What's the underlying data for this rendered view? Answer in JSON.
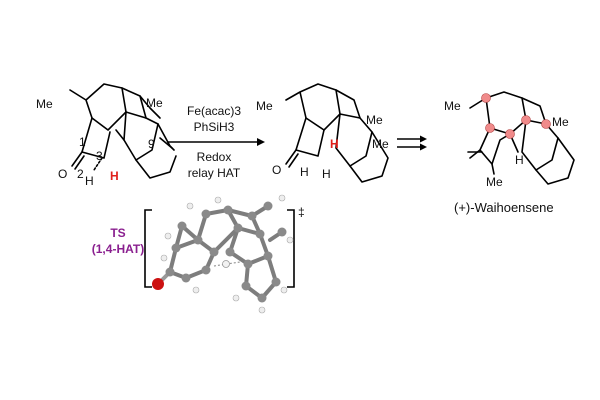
{
  "reagents": {
    "line1": "Fe(acac)3",
    "line2": "PhSiH3",
    "line3": "Redox",
    "line4": "relay HAT"
  },
  "start_molecule": {
    "me_left": "Me",
    "me_right": "Me",
    "num_1": "1",
    "num_2": "2",
    "num_3": "3",
    "num_9": "9",
    "oxygen": "O",
    "h_black": "H",
    "h_red": "H"
  },
  "middle_molecule": {
    "me_left": "Me",
    "me_top_right": "Me",
    "me_right": "Me",
    "oxygen": "O",
    "h_red": "H",
    "h_left": "H",
    "h_right": "H"
  },
  "product_molecule": {
    "me_left": "Me",
    "me_right": "Me",
    "me_bottom": "Me",
    "h": "H",
    "name": "(+)-Waihoensene"
  },
  "transition_state": {
    "label_line1": "TS",
    "label_line2": "(1,4-HAT)",
    "dagger": "‡"
  },
  "colors": {
    "red_h": "#e0201b",
    "ts_label": "#8a1f8f",
    "oxygen_ball": "#cc1111",
    "pink_marker": "#f08a8a"
  }
}
